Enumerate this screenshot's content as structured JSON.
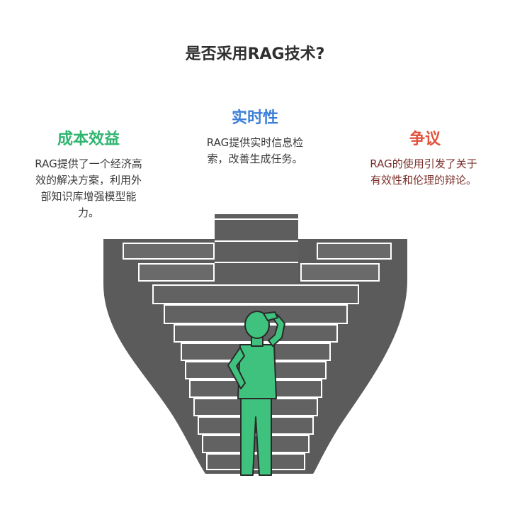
{
  "title": "是否采用RAG技术?",
  "columns": [
    {
      "heading": "成本效益",
      "lines": [
        "RAG提供了一个经济高",
        "效的解决方案，利用外",
        "部知识库增强模型能",
        "力。"
      ]
    },
    {
      "heading": "实时性",
      "lines": [
        "RAG提供实时信息检",
        "索，改善生成任务。"
      ]
    },
    {
      "heading": "争议",
      "lines": [
        "RAG的使用引发了关于",
        "有效性和伦理的辩论。"
      ]
    }
  ],
  "colors": {
    "cost_benefit": "#2fb56f",
    "realtime": "#3b7fd9",
    "controversy": "#e0523b",
    "stairs": "#5b5b5b",
    "figure": "#3fc27d"
  },
  "icons": [
    "staircase-illustration",
    "thinking-person-icon"
  ]
}
